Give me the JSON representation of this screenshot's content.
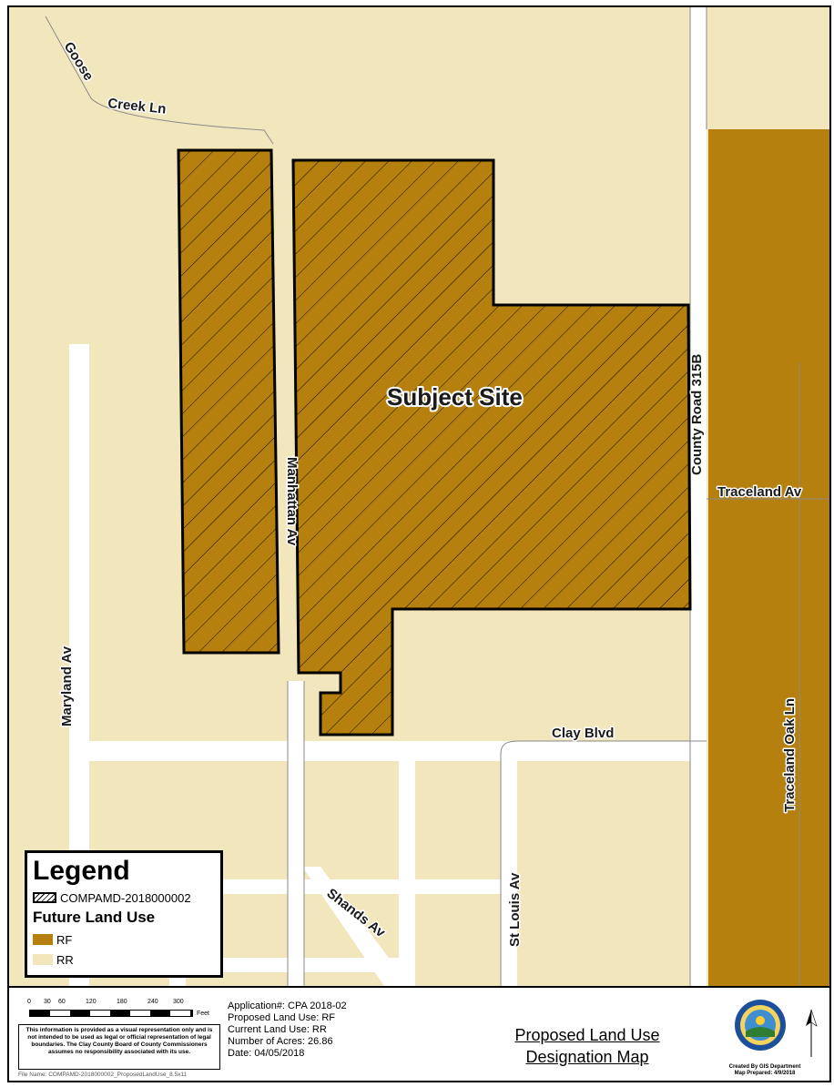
{
  "map": {
    "colors": {
      "rf": "#b5800d",
      "rr": "#f2e6bd",
      "road": "#ffffff",
      "site_outline": "#000000"
    },
    "site_label": "Subject Site",
    "roads": {
      "goose": "Goose",
      "creek_ln": "Creek Ln",
      "manhattan": "Manhattan Av",
      "county_road": "County Road 315B",
      "traceland_av": "Traceland Av",
      "maryland": "Maryland Av",
      "clay_blvd": "Clay Blvd",
      "st_louis": "St Louis Av",
      "shands": "Shands Av",
      "traceland_oak": "Traceland Oak Ln"
    }
  },
  "legend": {
    "title": "Legend",
    "site_layer": "COMPAMD-2018000002",
    "group_title": "Future Land Use",
    "items": [
      {
        "label": "RF",
        "color": "#b5800d"
      },
      {
        "label": "RR",
        "color": "#f2e6bd"
      }
    ]
  },
  "footer": {
    "scale_ticks": [
      "0",
      "30",
      "60",
      "120",
      "180",
      "240",
      "300"
    ],
    "scale_unit": "Feet",
    "disclaimer": "This information is provided as a visual representation only and is not intended to be used as legal or official representation of legal boundaries. The Clay County Board of County Commissioners assumes no responsibility associated with its use.",
    "file_name": "File Name: COMPAMD-2018000002_ProposedLandUse_8.5x11",
    "application": "Application#:  CPA 2018-02",
    "proposed": "Proposed Land Use: RF",
    "current": "Current Land Use: RR",
    "acres": "Number of Acres: 26.86",
    "date": "Date: 04/05/2018",
    "title_line1": "Proposed Land Use",
    "title_line2": "Designation Map",
    "credit_line1": "Created By GIS Department",
    "credit_line2": "Map Prepared: 4/9/2018"
  }
}
